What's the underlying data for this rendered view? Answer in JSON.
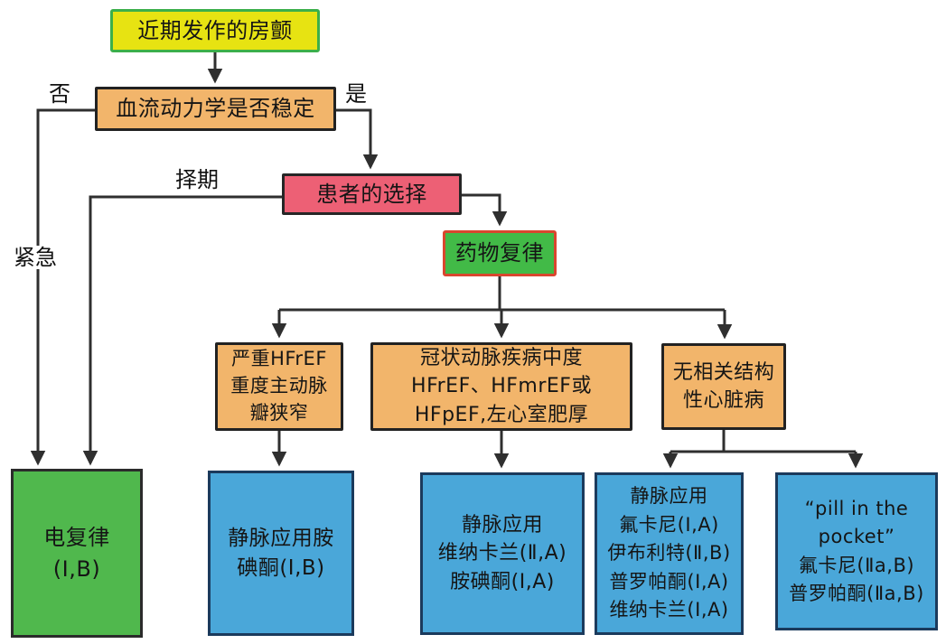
{
  "diagram": {
    "type": "flowchart",
    "connector_color": "#2f2f2f",
    "nodes": {
      "recent_af": {
        "fill": "#e7e312",
        "border": "#3caf4a",
        "lines": [
          "近期发作的房颤"
        ]
      },
      "hemodynamics": {
        "fill": "#f2b56b",
        "border": "#222222",
        "lines": [
          "血流动力学是否稳定"
        ]
      },
      "patient_choice": {
        "fill": "#ed6075",
        "border": "#262626",
        "lines": [
          "患者的选择"
        ]
      },
      "drug_cardioversion": {
        "fill": "#42ba47",
        "border": "#d9462e",
        "lines": [
          "药物复律"
        ]
      },
      "severe_hfref": {
        "fill": "#f2b56b",
        "border": "#222222",
        "lines": [
          "严重HFrEF",
          "重度主动脉",
          "瓣狭窄"
        ]
      },
      "cad": {
        "fill": "#f2b56b",
        "border": "#222222",
        "lines": [
          "冠状动脉疾病中度",
          "HFrEF、HFmrEF或",
          "HFpEF,左心室肥厚"
        ]
      },
      "no_structural": {
        "fill": "#f2b56b",
        "border": "#222222",
        "lines": [
          "无相关结构",
          "性心脏病"
        ]
      },
      "electrical": {
        "fill": "#50b84d",
        "border": "#2b2b2b",
        "lines": [
          "电复律",
          "(Ⅰ,B)"
        ]
      },
      "iv_amiodarone": {
        "fill": "#4aa7d9",
        "border": "#1b3a5c",
        "lines": [
          "静脉应用胺",
          "碘酮(Ⅰ,B)"
        ]
      },
      "iv_vernakalant": {
        "fill": "#4aa7d9",
        "border": "#1b3a5c",
        "lines": [
          "静脉应用",
          "维纳卡兰(Ⅱ,A)",
          "胺碘酮(Ⅰ,A)"
        ]
      },
      "iv_flecainide": {
        "fill": "#4aa7d9",
        "border": "#1b3a5c",
        "lines": [
          "静脉应用",
          "氟卡尼(Ⅰ,A)",
          "伊布利特(Ⅱ,B)",
          "普罗帕酮(Ⅰ,A)",
          "维纳卡兰(Ⅰ,A)"
        ]
      },
      "pill_in_pocket": {
        "fill": "#4aa7d9",
        "border": "#1b3a5c",
        "lines": [
          "“pill in the",
          "pocket”",
          "氟卡尼(Ⅱa,B)",
          "普罗帕酮(Ⅱa,B)"
        ]
      }
    },
    "edge_labels": {
      "no": "否",
      "yes": "是",
      "elective": "择期",
      "urgent": "紧急"
    }
  }
}
